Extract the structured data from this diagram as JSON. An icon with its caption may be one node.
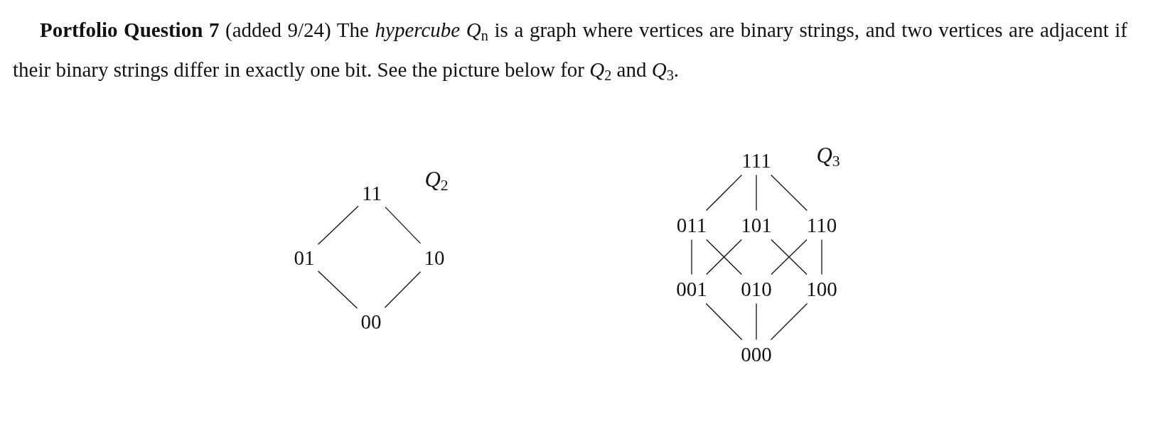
{
  "diagram": {
    "nodes": [
      {
        "text": [
          "11"
        ]
      },
      {
        "text": [
          "01"
        ]
      },
      {
        "text": [
          "10"
        ]
      },
      {
        "text": [
          "00"
        ]
      },
      {
        "text": [
          "111"
        ]
      },
      {
        "text": [
          "011"
        ]
      },
      {
        "text": [
          "101"
        ]
      },
      {
        "text": [
          "110"
        ]
      },
      {
        "text": [
          "001"
        ]
      },
      {
        "text": [
          "010"
        ]
      },
      {
        "text": [
          "100"
        ]
      },
      {
        "text": [
          "000"
        ]
      }
    ],
    "edges": [
      {
        "from": 0,
        "to": 1,
        "arrow": "none"
      },
      {
        "from": 0,
        "to": 2,
        "arrow": "none"
      },
      {
        "from": 1,
        "to": 3,
        "arrow": "none"
      },
      {
        "from": 2,
        "to": 3,
        "arrow": "none"
      },
      {
        "from": 4,
        "to": 5,
        "arrow": "none"
      },
      {
        "from": 4,
        "to": 6,
        "arrow": "none"
      },
      {
        "from": 4,
        "to": 7,
        "arrow": "none"
      },
      {
        "from": 5,
        "to": 8,
        "arrow": "none"
      },
      {
        "from": 5,
        "to": 9,
        "arrow": "none"
      },
      {
        "from": 6,
        "to": 8,
        "arrow": "none"
      },
      {
        "from": 6,
        "to": 10,
        "arrow": "none"
      },
      {
        "from": 7,
        "to": 9,
        "arrow": "none"
      },
      {
        "from": 7,
        "to": 10,
        "arrow": "none"
      },
      {
        "from": 8,
        "to": 11,
        "arrow": "none"
      },
      {
        "from": 9,
        "to": 11,
        "arrow": "none"
      },
      {
        "from": 10,
        "to": 11,
        "arrow": "none"
      }
    ],
    "labels": [
      "**Portfolio Question 7** (added 9/24) The *hypercube* *Q*$_{n}$ is a graph where vertices are binary strings, and two vertices are adjacent if their binary strings differ in exactly one bit. See the picture below for *Q*$_{2}$ and *Q*$_{3}$.",
      "*Q*$_{2}$",
      "*Q*$_{3}$"
    ]
  }
}
